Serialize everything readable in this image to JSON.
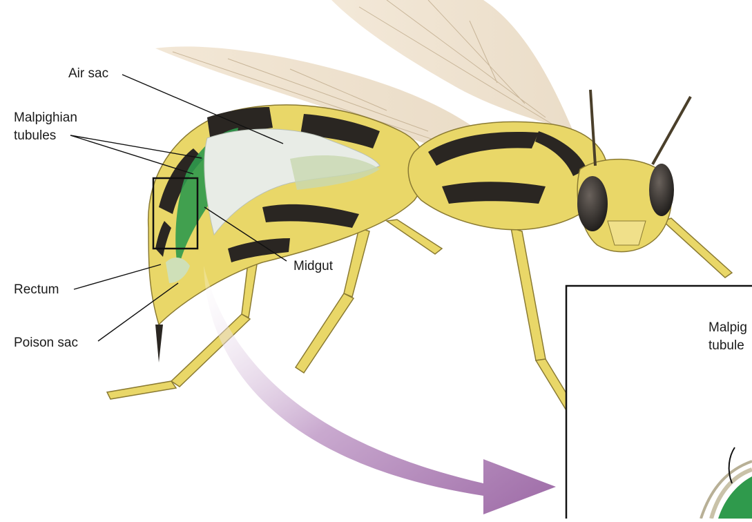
{
  "labels": {
    "air_sac": "Air sac",
    "malpighian_line1": "Malpighian",
    "malpighian_line2": "tubules",
    "rectum": "Rectum",
    "poison_sac": "Poison sac",
    "midgut": "Midgut"
  },
  "inset": {
    "label_line1": "Malpig",
    "label_line2": "tubule"
  },
  "colors": {
    "wasp_yellow": "#e9d768",
    "wasp_black": "#2a2622",
    "tubule_green": "#2f9a4c",
    "air_sac_white": "#e8ece6",
    "wing": "#efe4d2",
    "arrow_purple": "#9d6aa6",
    "leader_line": "#111111"
  },
  "icons": {
    "zoom_arrow": "curved-arrow-icon"
  }
}
